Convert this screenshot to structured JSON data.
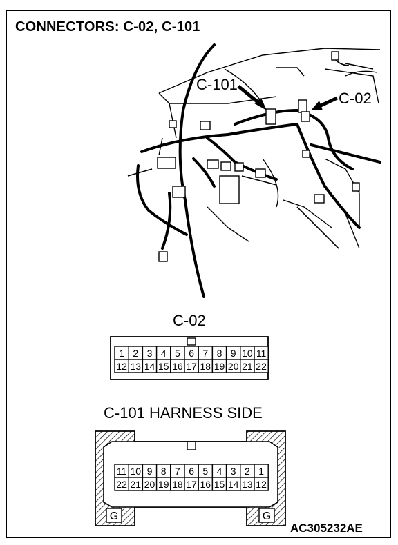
{
  "title": "CONNECTORS: C-02, C-101",
  "callouts": {
    "c101": "C-101",
    "c02": "C-02"
  },
  "connector_c02": {
    "label": "C-02",
    "row_top": [
      "1",
      "2",
      "3",
      "4",
      "5",
      "6",
      "7",
      "8",
      "9",
      "10",
      "11"
    ],
    "row_bottom": [
      "12",
      "13",
      "14",
      "15",
      "16",
      "17",
      "18",
      "19",
      "20",
      "21",
      "22"
    ]
  },
  "connector_c101": {
    "label": "C-101  HARNESS SIDE",
    "row_top": [
      "11",
      "10",
      "9",
      "8",
      "7",
      "6",
      "5",
      "4",
      "3",
      "2",
      "1"
    ],
    "row_bottom": [
      "22",
      "21",
      "20",
      "19",
      "18",
      "17",
      "16",
      "15",
      "14",
      "13",
      "12"
    ],
    "ground_left": "G",
    "ground_right": "G"
  },
  "figure_code": "AC305232AE"
}
